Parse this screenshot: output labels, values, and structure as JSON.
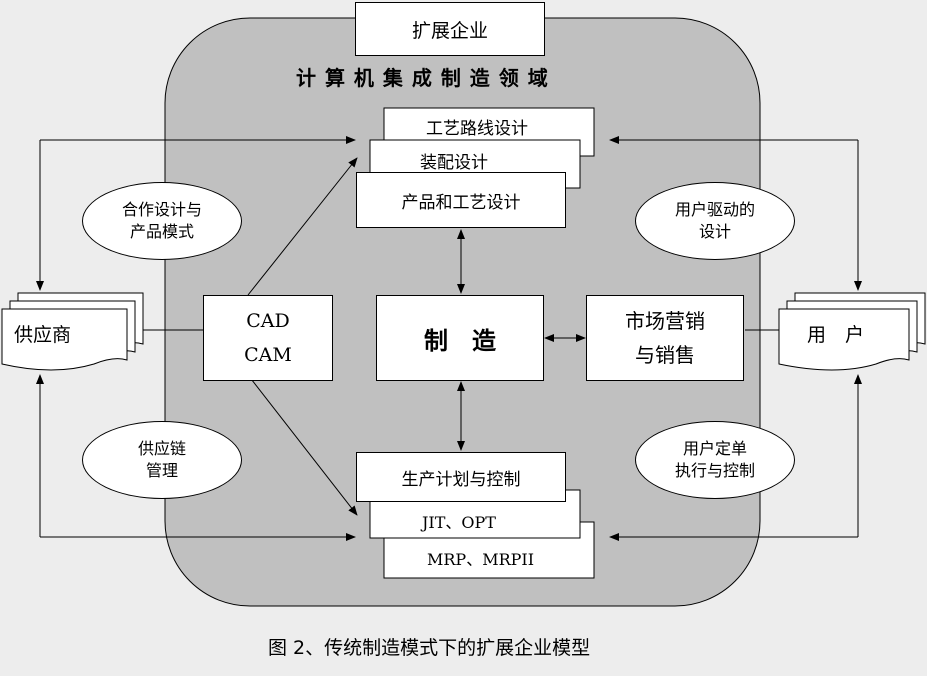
{
  "top_box": "扩展企业",
  "domain_title": "计 算 机 集 成 制 造 领 域",
  "design_stack": [
    "工艺路线设计",
    "装配设计",
    "产品和工艺设计"
  ],
  "cad_cam": [
    "CAD",
    "CAM"
  ],
  "manufacturing": "制　造",
  "marketing": [
    "市场营销",
    "与销售"
  ],
  "planning_stack": [
    "生产计划与控制",
    "JIT、OPT",
    "MRP、MRPII"
  ],
  "supplier": "供应商",
  "customer": "用　户",
  "ellipse_coop": [
    "合作设计与",
    "产品模式"
  ],
  "ellipse_user_driven": [
    "用户驱动的",
    "设计"
  ],
  "ellipse_supply_chain": [
    "供应链",
    "管理"
  ],
  "ellipse_order": [
    "用户定单",
    "执行与控制"
  ],
  "caption": "图 2、传统制造模式下的扩展企业模型"
}
